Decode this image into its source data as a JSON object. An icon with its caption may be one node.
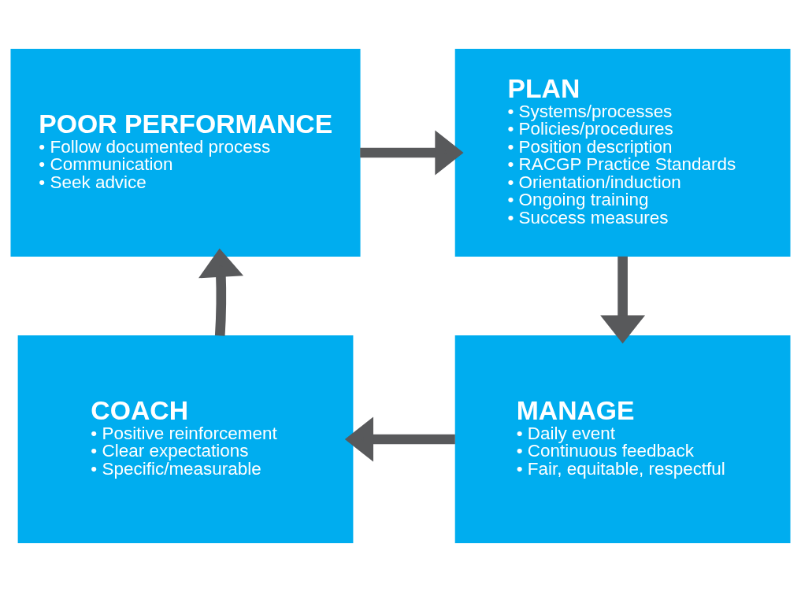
{
  "diagram": {
    "nodes": [
      {
        "text": [
          "POOR PERFORMANCE",
          "• Follow documented process",
          "• Communication",
          "• Seek advice"
        ]
      },
      {
        "text": [
          "PLAN",
          "• Systems/processes",
          "• Policies/procedures",
          "• Position description",
          "• RACGP Practice Standards",
          "• Orientation/induction",
          "• Ongoing training",
          "• Success measures"
        ]
      },
      {
        "text": [
          "MANAGE",
          "• Daily event",
          "• Continuous feedback",
          "• Fair, equitable, respectful"
        ]
      },
      {
        "text": [
          "COACH",
          "• Positive reinforcement",
          "• Clear expectations",
          "• Specific/measurable"
        ]
      }
    ],
    "edges": [
      {
        "from": 0,
        "to": 1,
        "arrow": "to"
      },
      {
        "from": 1,
        "to": 2,
        "arrow": "to"
      },
      {
        "from": 2,
        "to": 3,
        "arrow": "to"
      },
      {
        "from": 3,
        "to": 0,
        "arrow": "to"
      }
    ]
  }
}
